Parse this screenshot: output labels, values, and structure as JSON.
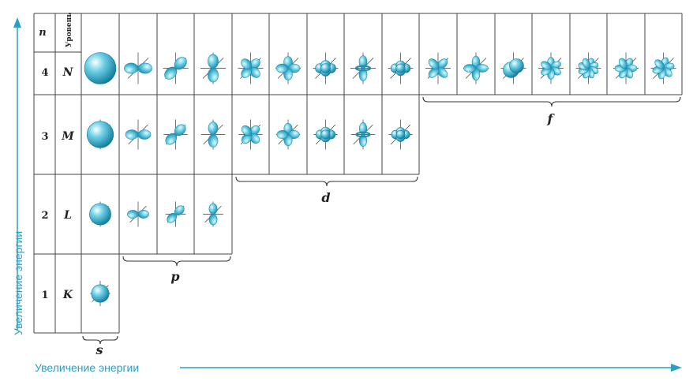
{
  "header": {
    "n_label": "n",
    "level_label": "Уровень"
  },
  "axes": {
    "vertical_label": "Увеличение энергии",
    "horizontal_label": "Увеличение энергии",
    "color": "#2a9fc4"
  },
  "levels": [
    {
      "n": "4",
      "name": "N"
    },
    {
      "n": "3",
      "name": "M"
    },
    {
      "n": "2",
      "name": "L"
    },
    {
      "n": "1",
      "name": "K"
    }
  ],
  "sublevels": [
    {
      "label": "s",
      "orbitals": 1
    },
    {
      "label": "p",
      "orbitals": 3
    },
    {
      "label": "d",
      "orbitals": 5
    },
    {
      "label": "f",
      "orbitals": 7
    }
  ],
  "orbital_colors": {
    "fill": "#5cc7df",
    "light": "#c8f0f8",
    "dark": "#1f8fb0",
    "stroke": "#2a8aa8"
  }
}
